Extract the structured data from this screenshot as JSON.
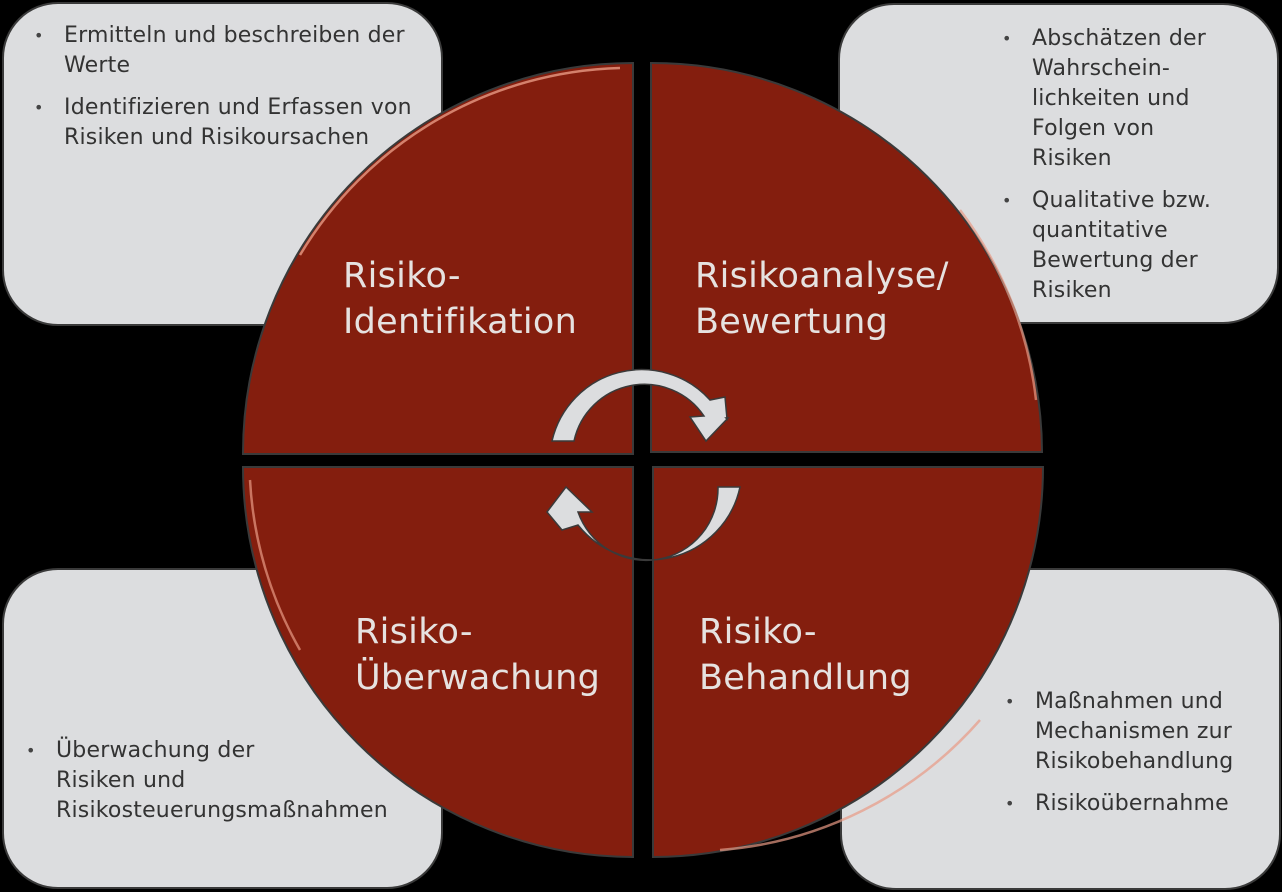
{
  "colors": {
    "background": "#000000",
    "quadrant_fill": "#841e0e",
    "box_fill": "#dcdddf",
    "box_text": "#333333",
    "label_text": "#e6e2e0",
    "arrow_fill": "#dcdddf"
  },
  "cycle": {
    "quadrants": [
      {
        "id": "tl",
        "title": "Risiko-\nIdentifikation",
        "line1": "Risiko-",
        "line2": "Identifikation"
      },
      {
        "id": "tr",
        "title": "Risikoanalyse/\nBewertung",
        "line1": "Risikoanalyse/",
        "line2": "Bewertung"
      },
      {
        "id": "bl",
        "title": "Risiko-\nÜberwachung",
        "line1": "Risiko-",
        "line2": "Überwachung"
      },
      {
        "id": "br",
        "title": "Risiko-\nBehandlung",
        "line1": "Risiko-",
        "line2": "Behandlung"
      }
    ],
    "center_icon": "circular-arrows-icon"
  },
  "boxes": {
    "tl": {
      "bullets": [
        "Ermitteln und beschreiben der Werte",
        "Identifizieren und Erfassen von Risiken und Risikoursachen"
      ]
    },
    "tr": {
      "bullets": [
        "Abschätzen der Wahrschein-lichkeiten und Folgen von Risiken",
        "Qualitative bzw. quantitative Bewertung der Risiken"
      ]
    },
    "bl": {
      "bullets": [
        "Überwachung der Risiken und Risikosteuerungsmaßnahmen"
      ]
    },
    "br": {
      "bullets": [
        "Maßnahmen und Mechanismen zur Risikobehandlung",
        "Risikoübernahme"
      ]
    }
  }
}
